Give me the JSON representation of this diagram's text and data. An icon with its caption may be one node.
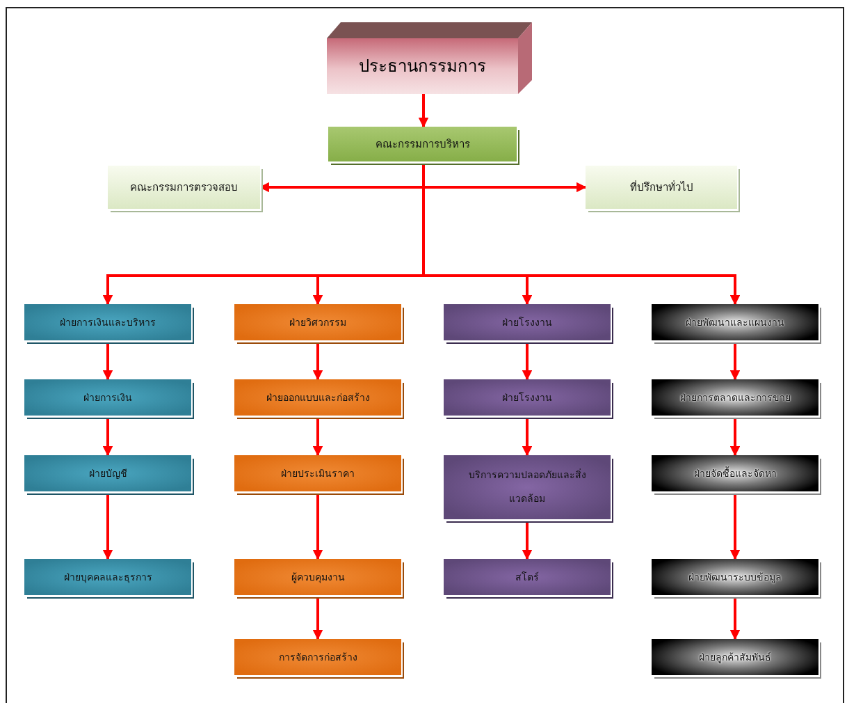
{
  "diagram": {
    "nodes": [
      {
        "text": [
          "ประธานกรรมการ"
        ]
      },
      {
        "text": [
          "คณะกรรมการบริหาร"
        ]
      },
      {
        "text": [
          "คณะกรรมการตรวจสอบ"
        ]
      },
      {
        "text": [
          "ที่ปรึกษาทั่วไป"
        ]
      },
      {
        "text": [
          "ฝ่ายการเงินและบริหาร"
        ]
      },
      {
        "text": [
          "ฝ่ายวิศวกรรม"
        ]
      },
      {
        "text": [
          "ฝ่ายโรงงาน"
        ]
      },
      {
        "text": [
          "ฝ่ายพัฒนาและแผนงาน"
        ]
      },
      {
        "text": [
          "ฝ่ายการเงิน"
        ]
      },
      {
        "text": [
          "ฝ่ายออกแบบและก่อสร้าง"
        ]
      },
      {
        "text": [
          "ฝ่ายโรงงาน"
        ]
      },
      {
        "text": [
          "ฝ่ายการตลาดและการขาย"
        ]
      },
      {
        "text": [
          "ฝ่ายบัญชี"
        ]
      },
      {
        "text": [
          "ฝ่ายประเมินราคา"
        ]
      },
      {
        "text": [
          "บริการความปลอดภัยและสิ่งแวดล้อม"
        ]
      },
      {
        "text": [
          "ฝ่ายจัดซื้อและจัดหา"
        ]
      },
      {
        "text": [
          "ฝ่ายบุคคลและธุรการ"
        ]
      },
      {
        "text": [
          "ผู้ควบคุมงาน"
        ]
      },
      {
        "text": [
          "สโตร์"
        ]
      },
      {
        "text": [
          "ฝ่ายพัฒนาระบบข้อมูล"
        ]
      },
      {
        "text": [
          "การจัดการก่อสร้าง"
        ]
      },
      {
        "text": [
          "ฝ่ายลูกค้าสัมพันธ์"
        ]
      }
    ],
    "edges": [
      {
        "from": 0,
        "to": 1,
        "arrow": "to"
      },
      {
        "from": 1,
        "to": 2,
        "arrow": "to"
      },
      {
        "from": 1,
        "to": 3,
        "arrow": "to"
      },
      {
        "from": 1,
        "to": 4,
        "arrow": "to"
      },
      {
        "from": 1,
        "to": 5,
        "arrow": "to"
      },
      {
        "from": 1,
        "to": 6,
        "arrow": "to"
      },
      {
        "from": 1,
        "to": 7,
        "arrow": "to"
      },
      {
        "from": 4,
        "to": 8,
        "arrow": "to"
      },
      {
        "from": 8,
        "to": 12,
        "arrow": "to"
      },
      {
        "from": 12,
        "to": 16,
        "arrow": "to"
      },
      {
        "from": 5,
        "to": 9,
        "arrow": "to"
      },
      {
        "from": 9,
        "to": 13,
        "arrow": "to"
      },
      {
        "from": 13,
        "to": 17,
        "arrow": "to"
      },
      {
        "from": 17,
        "to": 20,
        "arrow": "to"
      },
      {
        "from": 6,
        "to": 10,
        "arrow": "to"
      },
      {
        "from": 10,
        "to": 14,
        "arrow": "to"
      },
      {
        "from": 14,
        "to": 18,
        "arrow": "to"
      },
      {
        "from": 7,
        "to": 11,
        "arrow": "to"
      },
      {
        "from": 11,
        "to": 15,
        "arrow": "to"
      },
      {
        "from": 15,
        "to": 19,
        "arrow": "to"
      },
      {
        "from": 19,
        "to": 21,
        "arrow": "to"
      }
    ]
  }
}
